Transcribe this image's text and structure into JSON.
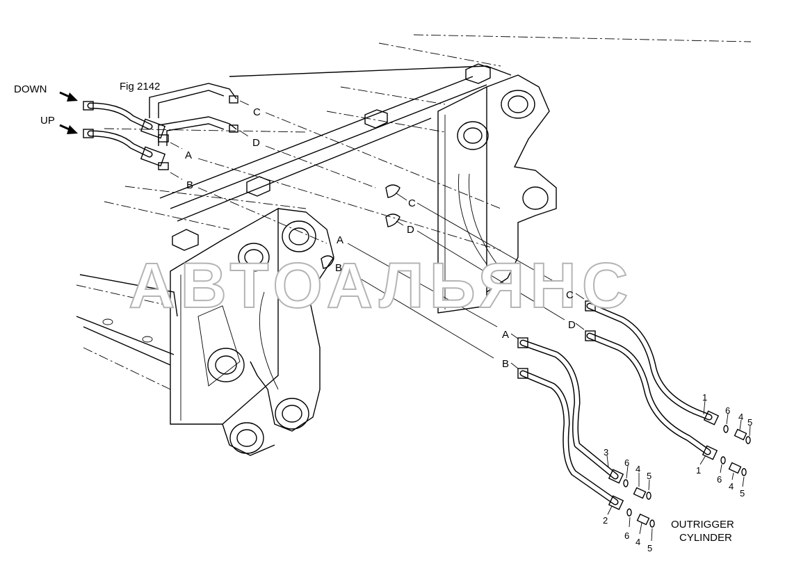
{
  "figure": {
    "fig_label": "Fig 2142",
    "down_label": "DOWN",
    "up_label": "UP",
    "watermark": "АВТОАЛЬЯНС",
    "component_caption_line1": "OUTRIGGER",
    "component_caption_line2": "CYLINDER",
    "connection_labels": {
      "c_top": "C",
      "d_top": "D",
      "a_top": "A",
      "b_top": "B",
      "c_mid": "C",
      "d_mid": "D",
      "a_mid": "A",
      "b_mid": "B",
      "c_right": "C",
      "d_right": "D",
      "a_right": "A",
      "b_right": "B"
    },
    "part_numbers": {
      "p1_upper": "1",
      "p6_upper": "6",
      "p4_upper": "4",
      "p5_upper": "5",
      "p1_lower": "1",
      "p6_lower": "6",
      "p4_lower": "4",
      "p5_lower": "5",
      "p3": "3",
      "p6_a": "6",
      "p4_a": "4",
      "p5_a": "5",
      "p2": "2",
      "p6_b": "6",
      "p4_b": "4",
      "p5_b": "5"
    }
  }
}
